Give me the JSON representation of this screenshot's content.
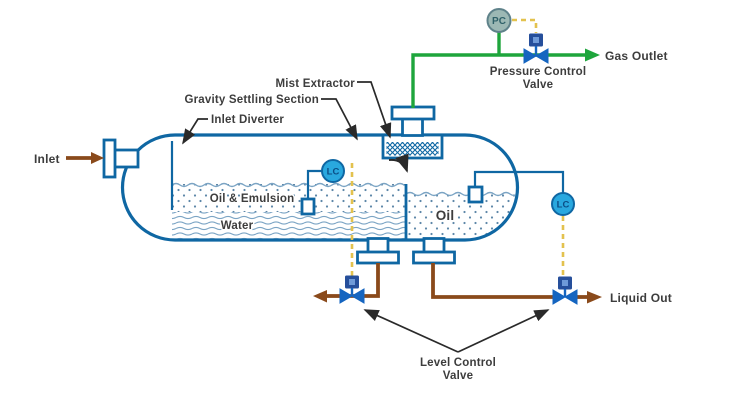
{
  "diagram": {
    "kind": "horizontal three-phase separator process diagram",
    "labels": {
      "inlet": "Inlet",
      "inlet_diverter": "Inlet Diverter",
      "gravity_settling_section": "Gravity Settling Section",
      "mist_extractor": "Mist Extractor",
      "oil_emulsion": "Oil & Emulsion",
      "water": "Water",
      "oil": "Oil",
      "gas_outlet": "Gas Outlet",
      "liquid_out": "Liquid Out",
      "pressure_control_valve_line1": "Pressure Control",
      "pressure_control_valve_line2": "Valve",
      "level_control_valve_line1": "Level Control",
      "level_control_valve_line2": "Valve"
    },
    "instruments": {
      "pressure_controller": "PC",
      "level_controller_left": "LC",
      "level_controller_right": "LC"
    },
    "colors": {
      "vessel_outline": "#0f67a3",
      "gas_line": "#1ea53c",
      "liquid_line": "#8a4a1b",
      "signal_line": "#e3c24e",
      "valve_fill": "#1565c0",
      "actuator_fill": "#264f9b",
      "lc_fill": "#29a8df",
      "pc_fill": "#9cb8b4",
      "water_wave": "#7ba4c4",
      "dots": "#5d87a8",
      "annotation": "#2a2a2a",
      "label_text": "#3d3d3d"
    }
  }
}
